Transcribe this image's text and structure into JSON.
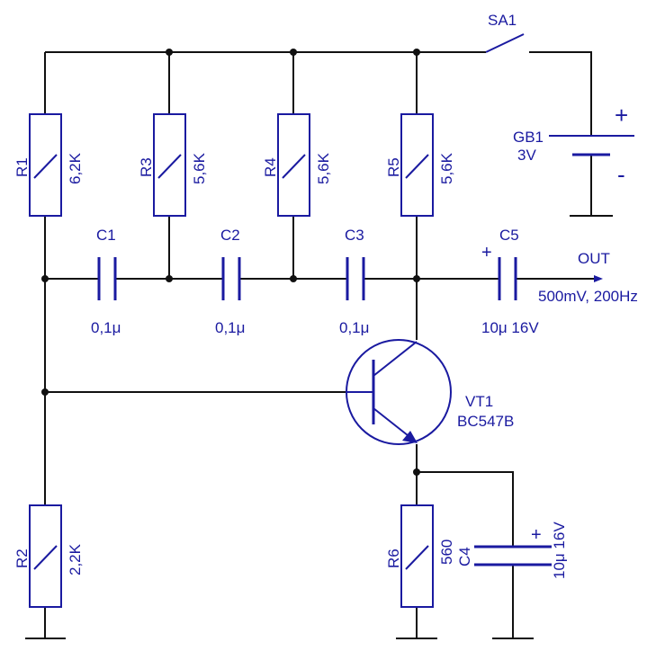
{
  "components": {
    "r1": {
      "ref": "R1",
      "value": "6,2K"
    },
    "r2": {
      "ref": "R2",
      "value": "2,2K"
    },
    "r3": {
      "ref": "R3",
      "value": "5,6K"
    },
    "r4": {
      "ref": "R4",
      "value": "5,6K"
    },
    "r5": {
      "ref": "R5",
      "value": "5,6K"
    },
    "r6": {
      "ref": "R6",
      "value": "560"
    },
    "c1": {
      "ref": "C1",
      "value": "0,1μ"
    },
    "c2": {
      "ref": "C2",
      "value": "0,1μ"
    },
    "c3": {
      "ref": "C3",
      "value": "0,1μ"
    },
    "c4": {
      "ref": "C4",
      "value": "10μ 16V",
      "polarity": "+"
    },
    "c5": {
      "ref": "C5",
      "value": "10μ 16V",
      "polarity": "+"
    },
    "vt1": {
      "ref": "VT1",
      "value": "BC547B"
    },
    "gb1": {
      "ref": "GB1",
      "value": "3V",
      "plus": "+",
      "minus": "-"
    },
    "sa1": {
      "ref": "SA1"
    }
  },
  "output": {
    "label": "OUT",
    "spec": "500mV, 200Hz"
  },
  "colors": {
    "wire": "#111111",
    "component": "#1a1aa0"
  }
}
